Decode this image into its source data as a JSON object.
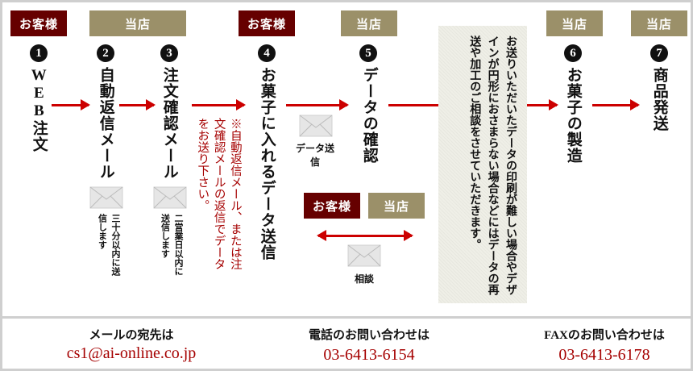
{
  "badges": {
    "customer": "お客様",
    "shop": "当店"
  },
  "steps": [
    {
      "num": "1",
      "title": "WEB注文"
    },
    {
      "num": "2",
      "title": "自動返信メール",
      "note": "三十分以内に送信します"
    },
    {
      "num": "3",
      "title": "注文確認メール",
      "note": "二営業日以内に送信します"
    },
    {
      "num": "4",
      "title": "お菓子に入れるデータ送信",
      "note": "※自動返信メール、または注文確認メールの返信でデータをお送り下さい。"
    },
    {
      "num": "5",
      "title": "データの確認",
      "caption": "データ送信",
      "consult": "相談"
    },
    {
      "num": "6",
      "title": "お菓子の製造"
    },
    {
      "num": "7",
      "title": "商品発送"
    }
  ],
  "info_box": "お送りいただいたデータの印刷が難しい場合やデザインが円形におさまらない場合などにはデータの再送や加工のご相談をさせていただきます。",
  "footer": [
    {
      "label": "メールの宛先は",
      "value": "cs1@ai-online.co.jp"
    },
    {
      "label": "電話のお問い合わせは",
      "value": "03-6413-6154"
    },
    {
      "label": "FAXのお問い合わせは",
      "value": "03-6413-6178"
    }
  ],
  "colors": {
    "customer": "#660000",
    "shop": "#9b9069",
    "arrow": "#cc0000",
    "accent_text": "#a50000"
  }
}
